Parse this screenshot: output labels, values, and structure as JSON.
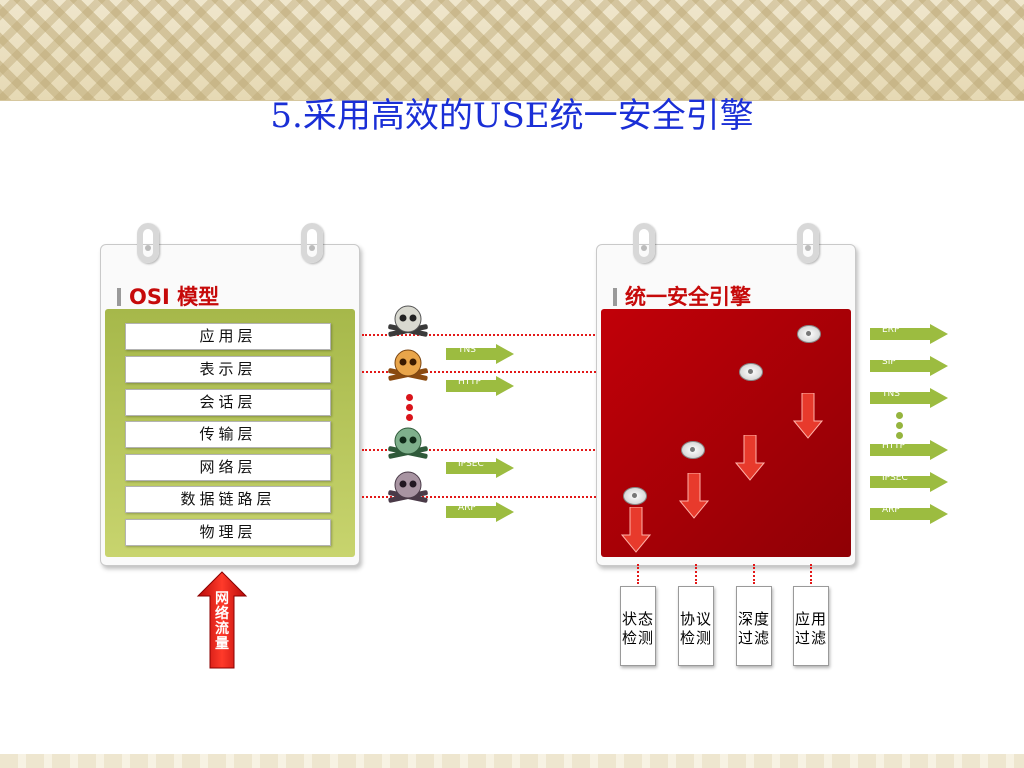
{
  "slide": {
    "title": "5.采用高效的USE统一安全引擎"
  },
  "osi": {
    "title": "OSI 模型",
    "layers": [
      "应用层",
      "表示层",
      "会话层",
      "传输层",
      "网络层",
      "数据链路层",
      "物理层"
    ]
  },
  "traffic_label": "网络流量",
  "engine": {
    "title": "统一安全引擎"
  },
  "middle_tags": [
    "TNS",
    "HTTP",
    "IPSEC",
    "ARP"
  ],
  "right_tags": [
    "ERP",
    "SIP",
    "TNS",
    "HTTP",
    "IPSEC",
    "ARP"
  ],
  "functions": [
    {
      "label": "状态检测"
    },
    {
      "label": "协议检测"
    },
    {
      "label": "深度过滤"
    },
    {
      "label": "应用过滤"
    }
  ],
  "colors": {
    "title_blue": "#1a2fd6",
    "engine_red": "#c10008",
    "osi_green": "#a6b84a",
    "tag_green": "#95b43e"
  }
}
